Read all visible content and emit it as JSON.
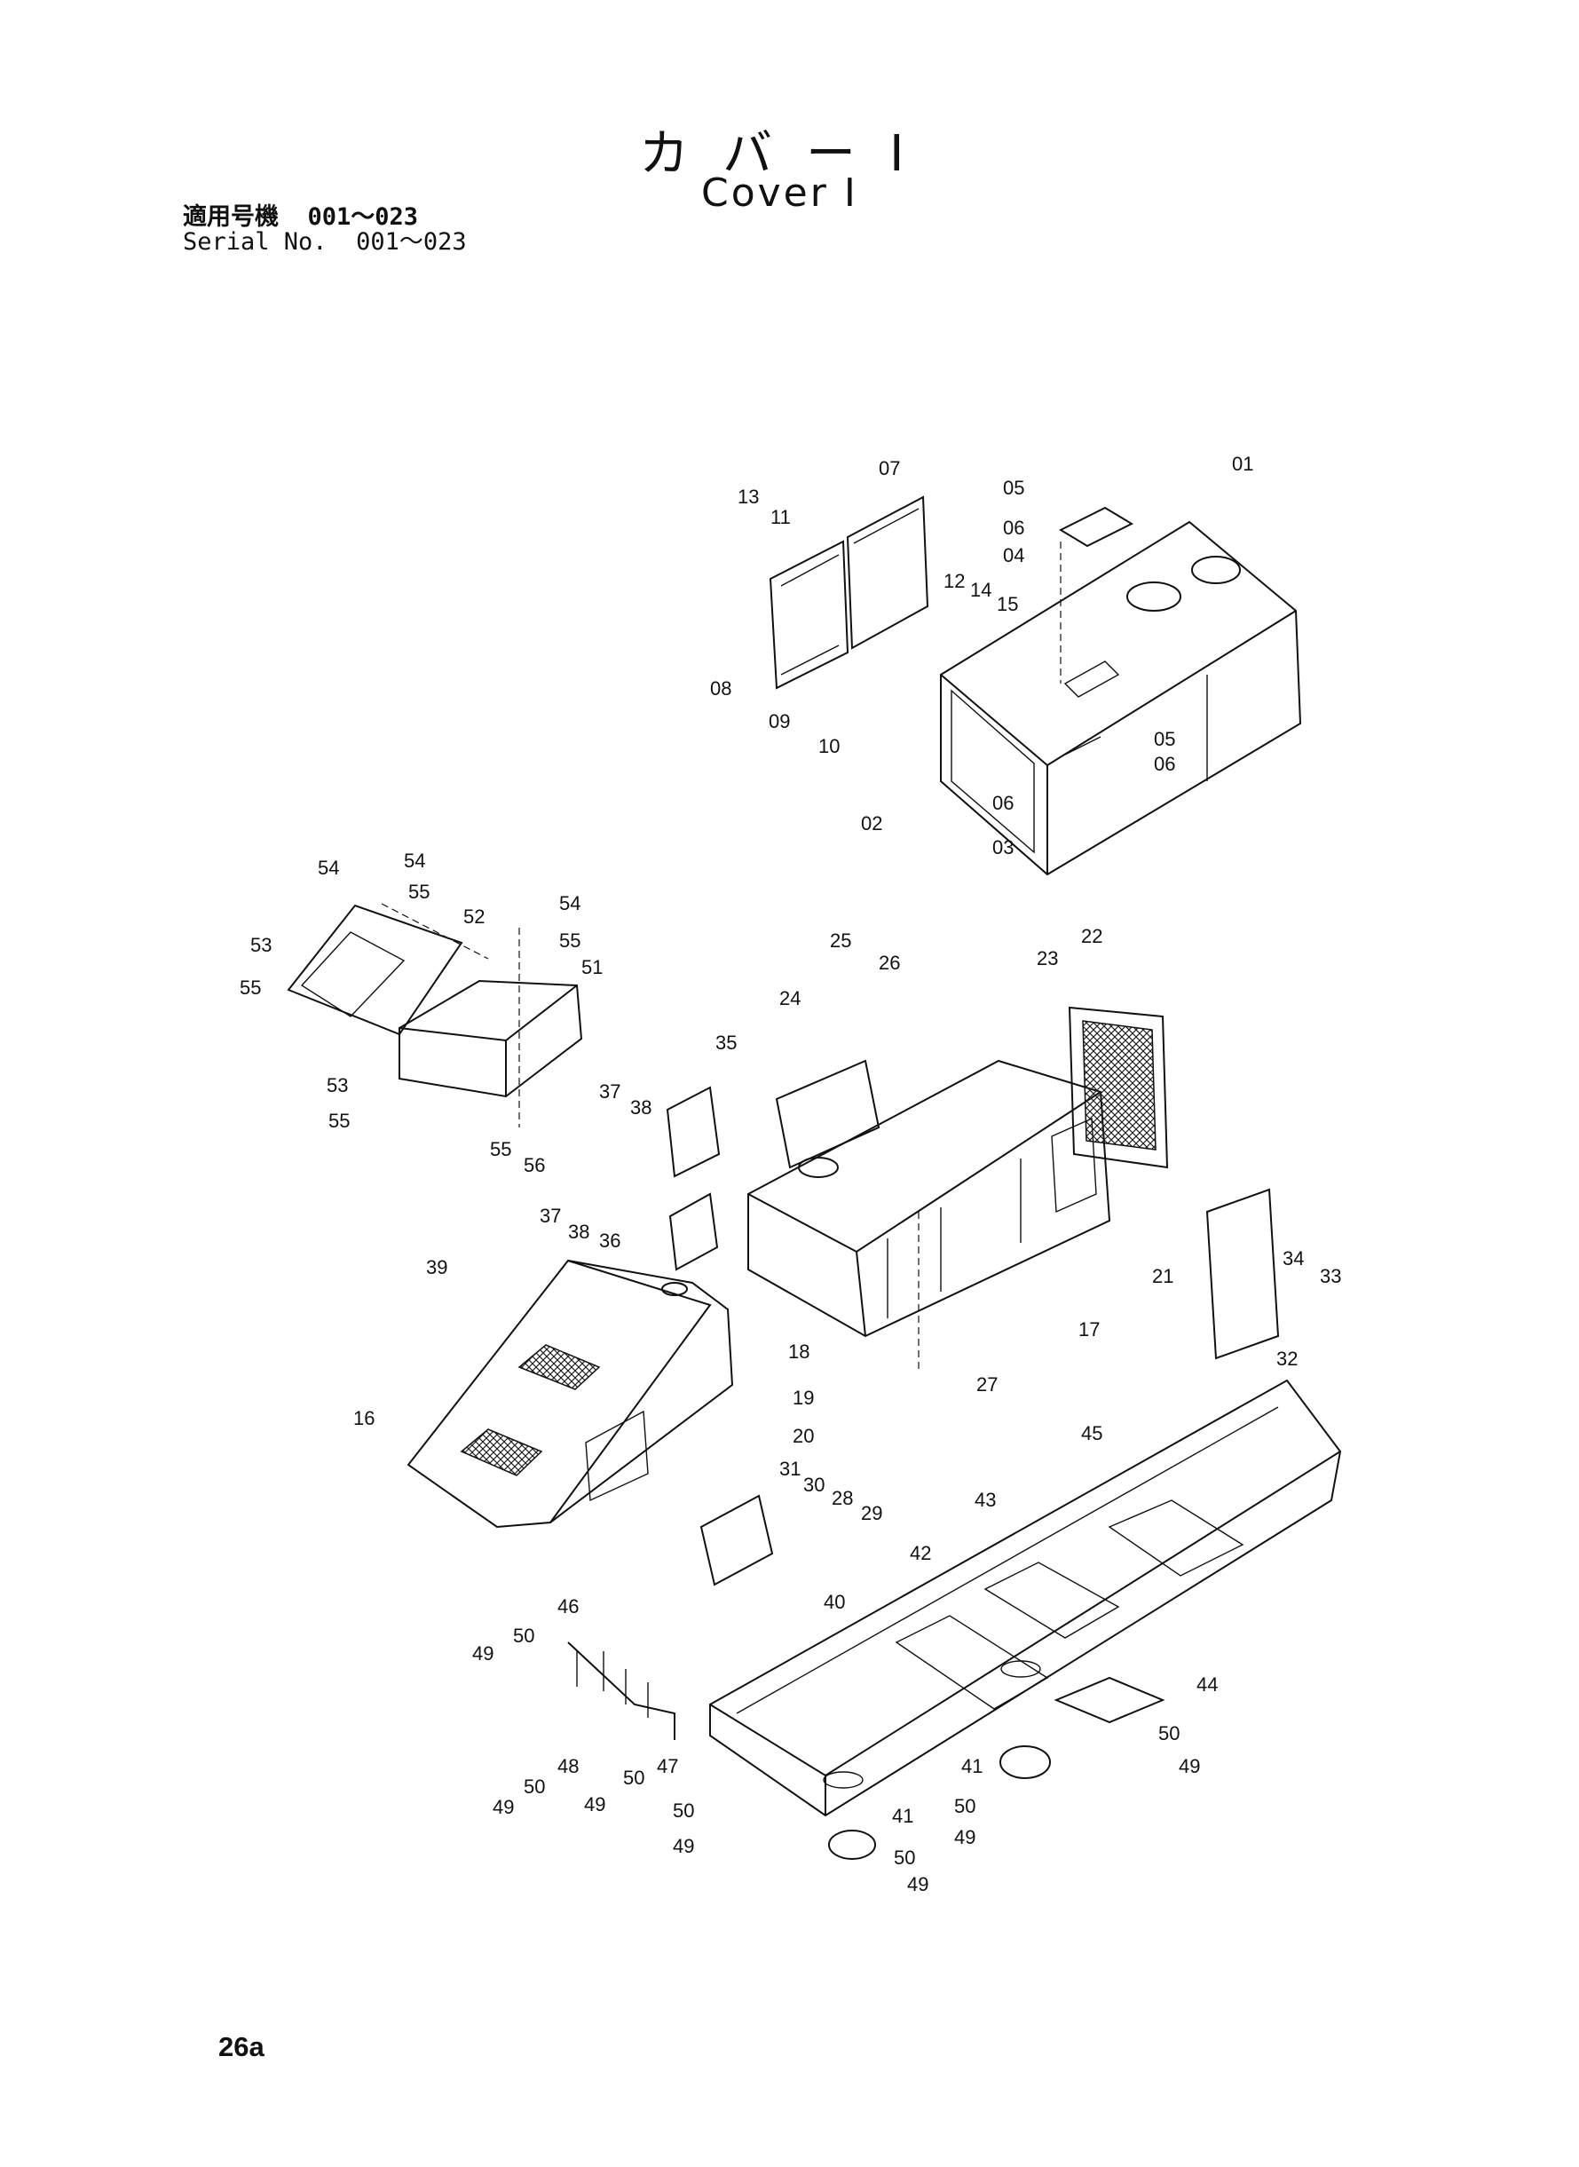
{
  "header": {
    "title_ja": "カバーI",
    "title_en": "Cover I",
    "serial_ja": "適用号機  001～023",
    "serial_en": "Serial No.  001～023"
  },
  "footer": {
    "page": "26a"
  },
  "diagram": {
    "callouts": [
      {
        "id": "c01",
        "text": "01"
      },
      {
        "id": "c02",
        "text": "02"
      },
      {
        "id": "c03",
        "text": "03"
      },
      {
        "id": "c04",
        "text": "04"
      },
      {
        "id": "c05a",
        "text": "05"
      },
      {
        "id": "c05b",
        "text": "05"
      },
      {
        "id": "c06a",
        "text": "06"
      },
      {
        "id": "c06b",
        "text": "06"
      },
      {
        "id": "c06c",
        "text": "06"
      },
      {
        "id": "c07",
        "text": "07"
      },
      {
        "id": "c08",
        "text": "08"
      },
      {
        "id": "c09",
        "text": "09"
      },
      {
        "id": "c10",
        "text": "10"
      },
      {
        "id": "c11",
        "text": "11"
      },
      {
        "id": "c12",
        "text": "12"
      },
      {
        "id": "c13",
        "text": "13"
      },
      {
        "id": "c14",
        "text": "14"
      },
      {
        "id": "c15",
        "text": "15"
      },
      {
        "id": "c16",
        "text": "16"
      },
      {
        "id": "c17",
        "text": "17"
      },
      {
        "id": "c18",
        "text": "18"
      },
      {
        "id": "c19",
        "text": "19"
      },
      {
        "id": "c20",
        "text": "20"
      },
      {
        "id": "c21",
        "text": "21"
      },
      {
        "id": "c22",
        "text": "22"
      },
      {
        "id": "c23",
        "text": "23"
      },
      {
        "id": "c24",
        "text": "24"
      },
      {
        "id": "c25",
        "text": "25"
      },
      {
        "id": "c26",
        "text": "26"
      },
      {
        "id": "c27",
        "text": "27"
      },
      {
        "id": "c28",
        "text": "28"
      },
      {
        "id": "c29",
        "text": "29"
      },
      {
        "id": "c30",
        "text": "30"
      },
      {
        "id": "c31",
        "text": "31"
      },
      {
        "id": "c32",
        "text": "32"
      },
      {
        "id": "c33",
        "text": "33"
      },
      {
        "id": "c34",
        "text": "34"
      },
      {
        "id": "c35",
        "text": "35"
      },
      {
        "id": "c36",
        "text": "36"
      },
      {
        "id": "c37a",
        "text": "37"
      },
      {
        "id": "c37b",
        "text": "37"
      },
      {
        "id": "c38a",
        "text": "38"
      },
      {
        "id": "c38b",
        "text": "38"
      },
      {
        "id": "c39",
        "text": "39"
      },
      {
        "id": "c40",
        "text": "40"
      },
      {
        "id": "c41a",
        "text": "41"
      },
      {
        "id": "c41b",
        "text": "41"
      },
      {
        "id": "c42",
        "text": "42"
      },
      {
        "id": "c43",
        "text": "43"
      },
      {
        "id": "c44",
        "text": "44"
      },
      {
        "id": "c45",
        "text": "45"
      },
      {
        "id": "c46",
        "text": "46"
      },
      {
        "id": "c47",
        "text": "47"
      },
      {
        "id": "c48",
        "text": "48"
      },
      {
        "id": "c49a",
        "text": "49"
      },
      {
        "id": "c49b",
        "text": "49"
      },
      {
        "id": "c49c",
        "text": "49"
      },
      {
        "id": "c49d",
        "text": "49"
      },
      {
        "id": "c49e",
        "text": "49"
      },
      {
        "id": "c49f",
        "text": "49"
      },
      {
        "id": "c49g",
        "text": "49"
      },
      {
        "id": "c50a",
        "text": "50"
      },
      {
        "id": "c50b",
        "text": "50"
      },
      {
        "id": "c50c",
        "text": "50"
      },
      {
        "id": "c50d",
        "text": "50"
      },
      {
        "id": "c50e",
        "text": "50"
      },
      {
        "id": "c50f",
        "text": "50"
      },
      {
        "id": "c50g",
        "text": "50"
      },
      {
        "id": "c51",
        "text": "51"
      },
      {
        "id": "c52",
        "text": "52"
      },
      {
        "id": "c53a",
        "text": "53"
      },
      {
        "id": "c53b",
        "text": "53"
      },
      {
        "id": "c54a",
        "text": "54"
      },
      {
        "id": "c54b",
        "text": "54"
      },
      {
        "id": "c54c",
        "text": "54"
      },
      {
        "id": "c55a",
        "text": "55"
      },
      {
        "id": "c55b",
        "text": "55"
      },
      {
        "id": "c55c",
        "text": "55"
      },
      {
        "id": "c55d",
        "text": "55"
      },
      {
        "id": "c55e",
        "text": "55"
      },
      {
        "id": "c56",
        "text": "56"
      }
    ]
  }
}
